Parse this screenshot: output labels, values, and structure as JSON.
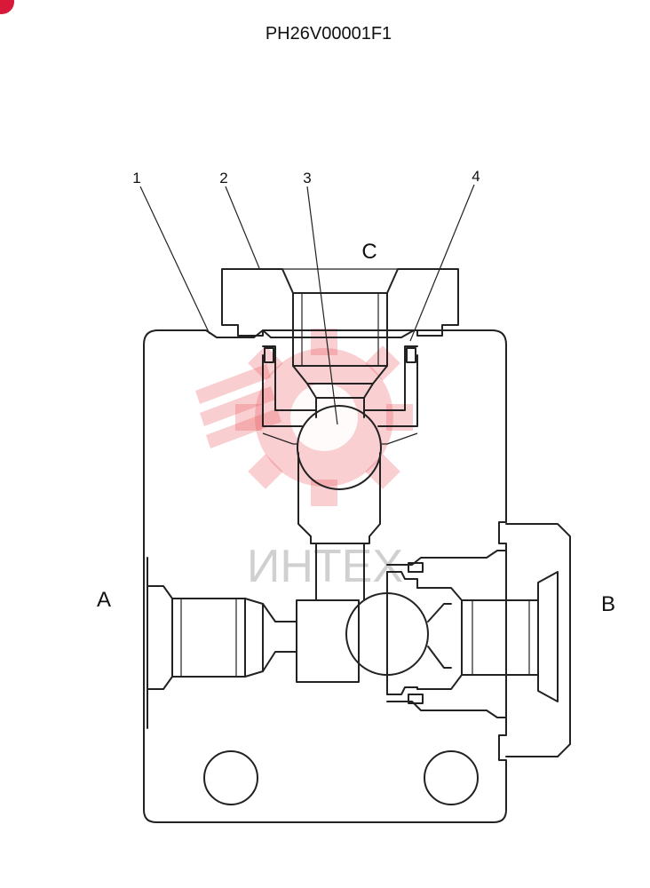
{
  "part_number": "PH26V00001F1",
  "callouts": [
    "1",
    "2",
    "3",
    "4"
  ],
  "ports": {
    "a": "A",
    "b": "B",
    "c": "C"
  },
  "watermark": {
    "text": "ИНТЕХ",
    "color": "#e8545a"
  },
  "corner_mark_color": "#d8193a"
}
